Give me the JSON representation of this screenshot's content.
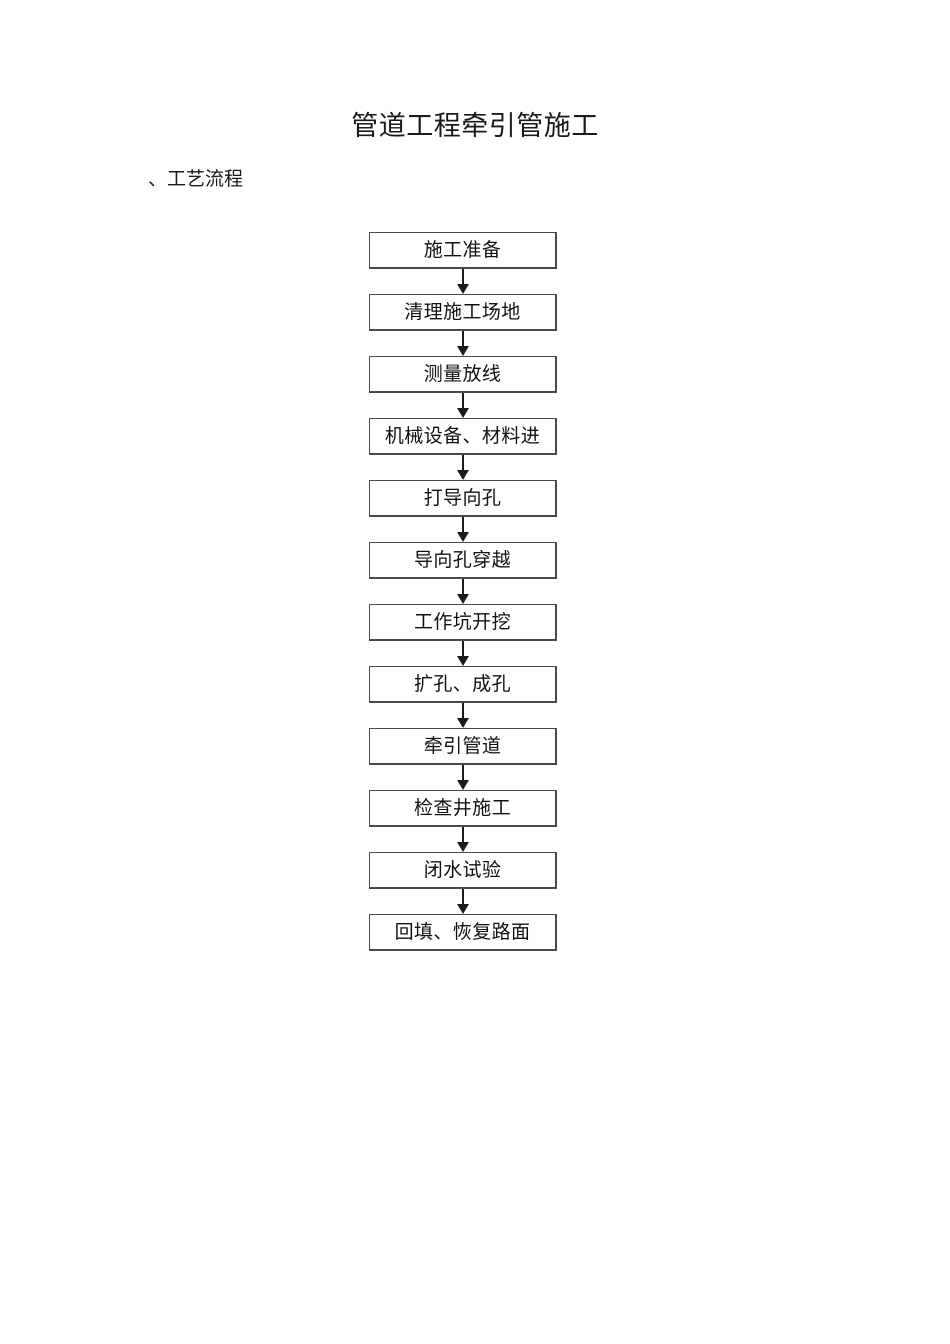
{
  "document": {
    "title": "管道工程牵引管施工",
    "section_heading": "、工艺流程"
  },
  "flowchart": {
    "orientation": "vertical",
    "connector_icon": "down-arrow-icon",
    "steps": [
      {
        "index": 1,
        "label": "施工准备"
      },
      {
        "index": 2,
        "label": "清理施工场地"
      },
      {
        "index": 3,
        "label": "测量放线"
      },
      {
        "index": 4,
        "label": "机械设备、材料进"
      },
      {
        "index": 5,
        "label": "打导向孔"
      },
      {
        "index": 6,
        "label": "导向孔穿越"
      },
      {
        "index": 7,
        "label": "工作坑开挖"
      },
      {
        "index": 8,
        "label": "扩孔、成孔"
      },
      {
        "index": 9,
        "label": "牵引管道"
      },
      {
        "index": 10,
        "label": "检查井施工"
      },
      {
        "index": 11,
        "label": "闭水试验"
      },
      {
        "index": 12,
        "label": "回填、恢复路面"
      }
    ]
  },
  "colors": {
    "page_background": "#ffffff",
    "text": "#111111",
    "box_border": "#4a4a4a",
    "arrow": "#1c1c1c"
  }
}
